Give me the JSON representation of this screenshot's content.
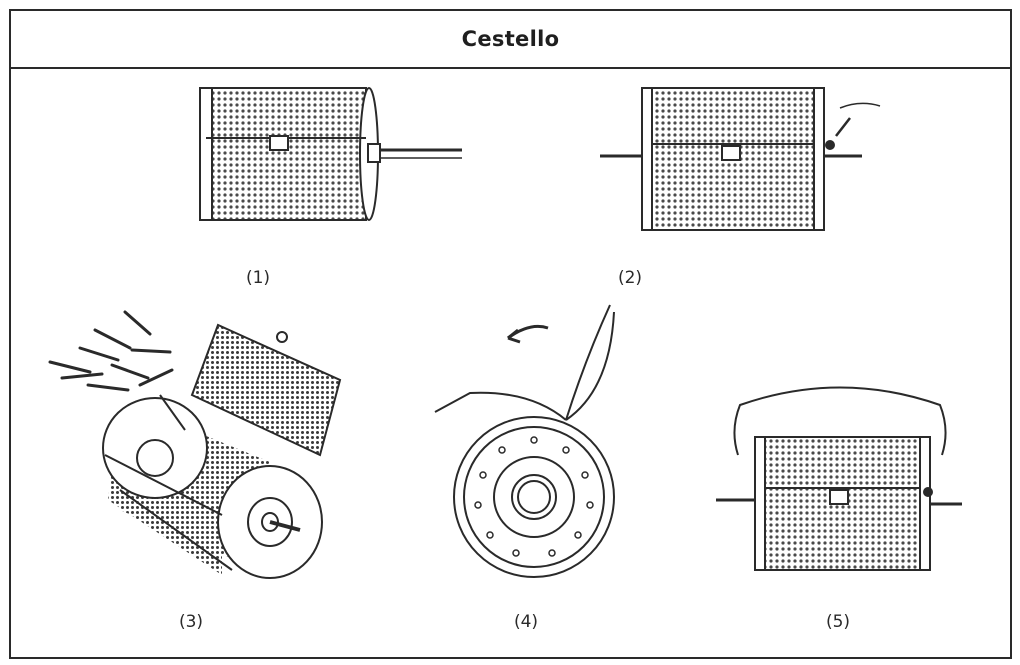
{
  "header": {
    "title": "Cestello"
  },
  "steps": [
    {
      "label": "(1)"
    },
    {
      "label": "(2)"
    },
    {
      "label": "(3)"
    },
    {
      "label": "(4)"
    },
    {
      "label": "(5)"
    }
  ],
  "colors": {
    "line": "#2a2a2a",
    "mesh": "#555555",
    "background": "#ffffff"
  }
}
